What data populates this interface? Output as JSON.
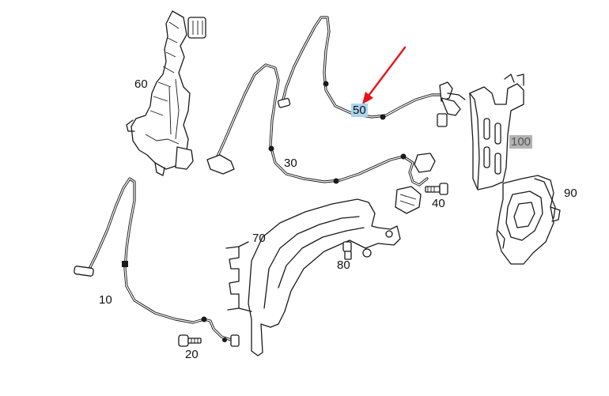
{
  "callouts": {
    "c60": "60",
    "c50": "50",
    "c30": "30",
    "c100": "100",
    "c40": "40",
    "c90": "90",
    "c70": "70",
    "c80": "80",
    "c10": "10",
    "c20": "20"
  },
  "highlight": {
    "selected_callout": "50",
    "pointer_color": "#e8141a",
    "selected_fill": "#a8d4ef",
    "secondary_fill": "#b3b3b3"
  }
}
